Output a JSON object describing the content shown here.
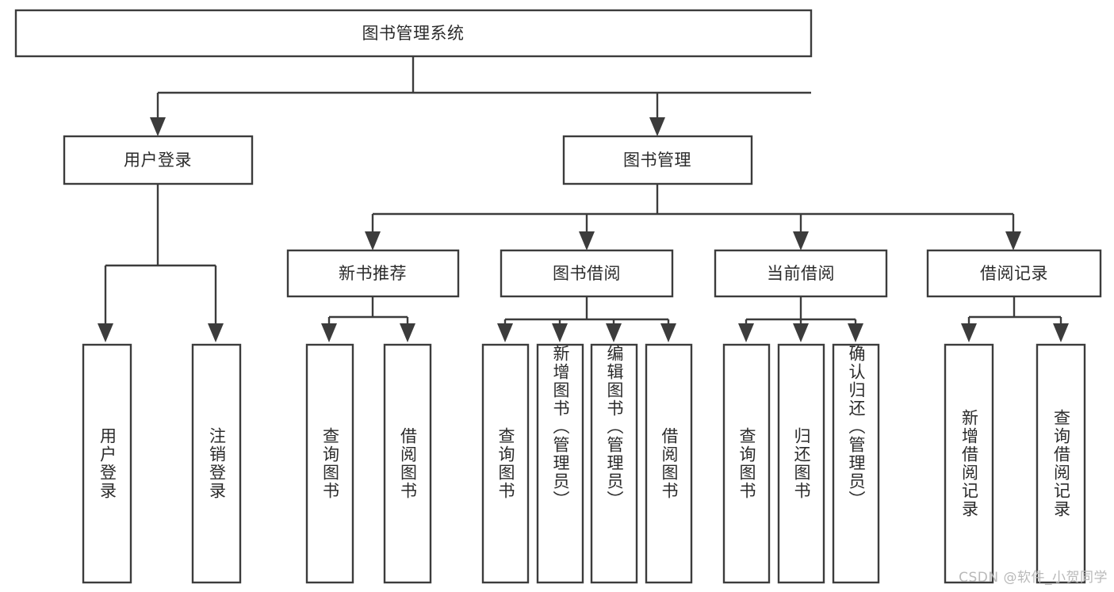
{
  "diagram": {
    "type": "tree-hierarchy",
    "title": "图书管理系统",
    "orientation": "top-down",
    "colors": {
      "stroke": "#3c3c3c",
      "fill": "#ffffff",
      "text": "#2b2b2b",
      "background": "#ffffff",
      "watermark": "#b9b9b9"
    },
    "root": {
      "label": "图书管理系统"
    },
    "level2": [
      {
        "label": "用户登录"
      },
      {
        "label": "图书管理"
      }
    ],
    "level3": [
      {
        "label": "新书推荐"
      },
      {
        "label": "图书借阅"
      },
      {
        "label": "当前借阅"
      },
      {
        "label": "借阅记录"
      }
    ],
    "leaves": {
      "user_login": [
        "用户登录",
        "注销登录"
      ],
      "new_book_recommend": [
        "查询图书",
        "借阅图书"
      ],
      "book_borrow": [
        "查询图书",
        "新增图书（管理员）",
        "编辑图书（管理员）",
        "借阅图书"
      ],
      "current_borrow": [
        "查询图书",
        "归还图书",
        "确认归还（管理员）"
      ],
      "borrow_record": [
        "新增借阅记录",
        "查询借阅记录"
      ]
    }
  },
  "watermark": {
    "text": "CSDN @软件_小贺同学"
  }
}
